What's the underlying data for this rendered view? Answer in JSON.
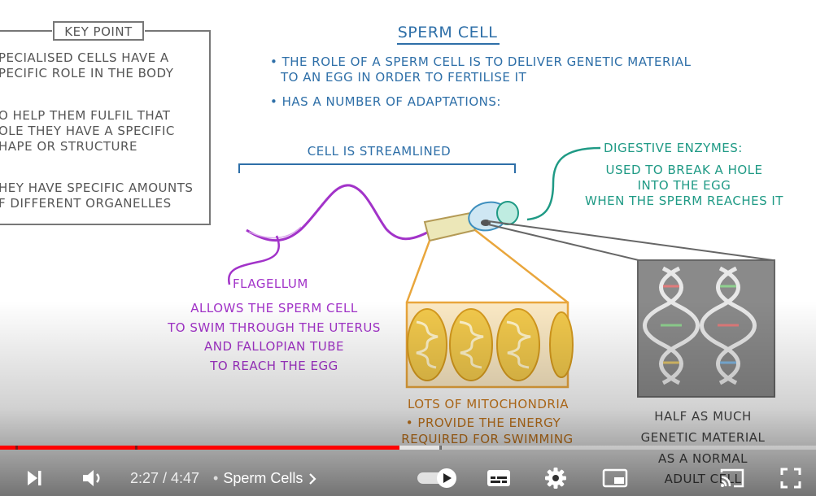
{
  "lesson": {
    "key_point": {
      "title": "KEY POINT",
      "lines": [
        "PECIALISED CELLS HAVE A",
        "PECIFIC ROLE IN THE BODY",
        "O HELP THEM FULFIL THAT",
        "OLE THEY HAVE A SPECIFIC",
        "HAPE OR STRUCTURE",
        "HEY HAVE SPECIFIC AMOUNTS",
        "F DIFFERENT ORGANELLES"
      ]
    },
    "title": "SPERM CELL",
    "bullets": [
      "• THE ROLE OF A SPERM CELL IS TO DELIVER GENETIC MATERIAL",
      "TO AN EGG IN ORDER TO FERTILISE IT",
      "• HAS A NUMBER OF ADAPTATIONS:"
    ],
    "streamlined_label": "CELL IS STREAMLINED",
    "enzymes": {
      "heading": "DIGESTIVE ENZYMES:",
      "lines": [
        "USED TO BREAK A HOLE",
        "INTO THE EGG",
        "WHEN THE SPERM REACHES IT"
      ]
    },
    "flagellum": {
      "heading": "FLAGELLUM",
      "lines": [
        "ALLOWS THE SPERM CELL",
        "TO SWIM THROUGH THE UTERUS",
        "AND FALLOPIAN TUBE",
        "TO REACH THE EGG"
      ]
    },
    "mitochondria": {
      "heading": "LOTS OF MITOCHONDRIA",
      "lines": [
        "• PROVIDE THE ENERGY",
        "REQUIRED FOR SWIMMING"
      ]
    },
    "genetic": {
      "lines": [
        "HALF AS MUCH",
        "GENETIC MATERIAL",
        "AS A NORMAL",
        "ADULT CELL"
      ]
    },
    "colors": {
      "key": "#555555",
      "blue": "#2e6fa8",
      "teal": "#1f9a85",
      "purple": "#a233c9",
      "orange": "#cc7a1c",
      "played": "#ff0000"
    }
  },
  "player": {
    "current_time": "2:27",
    "duration": "4:47",
    "time_display": "2:27 / 4:47",
    "chapter_title": "Sperm Cells",
    "progress_played": 0.49,
    "progress_buffered": 0.54,
    "icons": {
      "next": "next-icon",
      "volume": "volume-icon",
      "autoplay": "autoplay-toggle-icon",
      "subtitles": "subtitles-icon",
      "settings": "gear-icon",
      "miniplayer": "miniplayer-icon",
      "cast": "cast-icon",
      "fullscreen": "fullscreen-icon",
      "chapter_chevron": "chevron-right-icon"
    }
  }
}
